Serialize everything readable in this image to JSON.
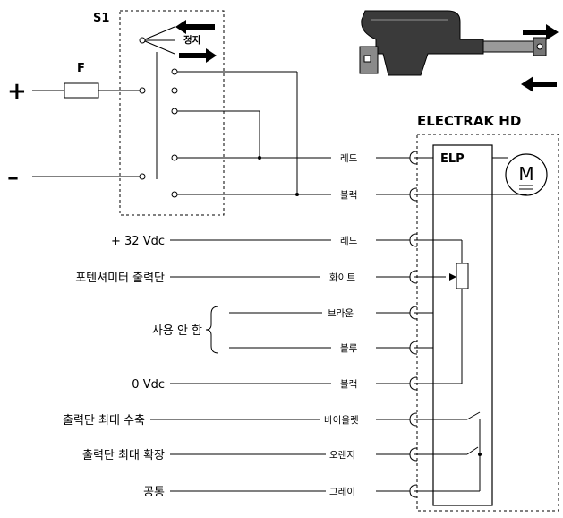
{
  "diagram": {
    "switch_label": "S1",
    "stop_label": "정지",
    "fuse_label": "F",
    "plus_sign": "+",
    "minus_sign": "–",
    "actuator_name": "ELECTRAK HD",
    "elp_label": "ELP",
    "motor_label": "M",
    "left_labels": {
      "v32": "+ 32 Vdc",
      "pot_out": "포텐셔미터 출력단",
      "unused": "사용 안 함",
      "v0": "0 Vdc",
      "retract": "출력단 최대 수축",
      "extend": "출력단 최대 확장",
      "common": "공통"
    },
    "wire_colors": {
      "motor_red": "레드",
      "motor_black": "블랙",
      "red": "레드",
      "white": "화이트",
      "brown": "브라운",
      "blue": "블루",
      "black": "블랙",
      "violet": "바이올렛",
      "orange": "오렌지",
      "gray": "그레이"
    }
  }
}
